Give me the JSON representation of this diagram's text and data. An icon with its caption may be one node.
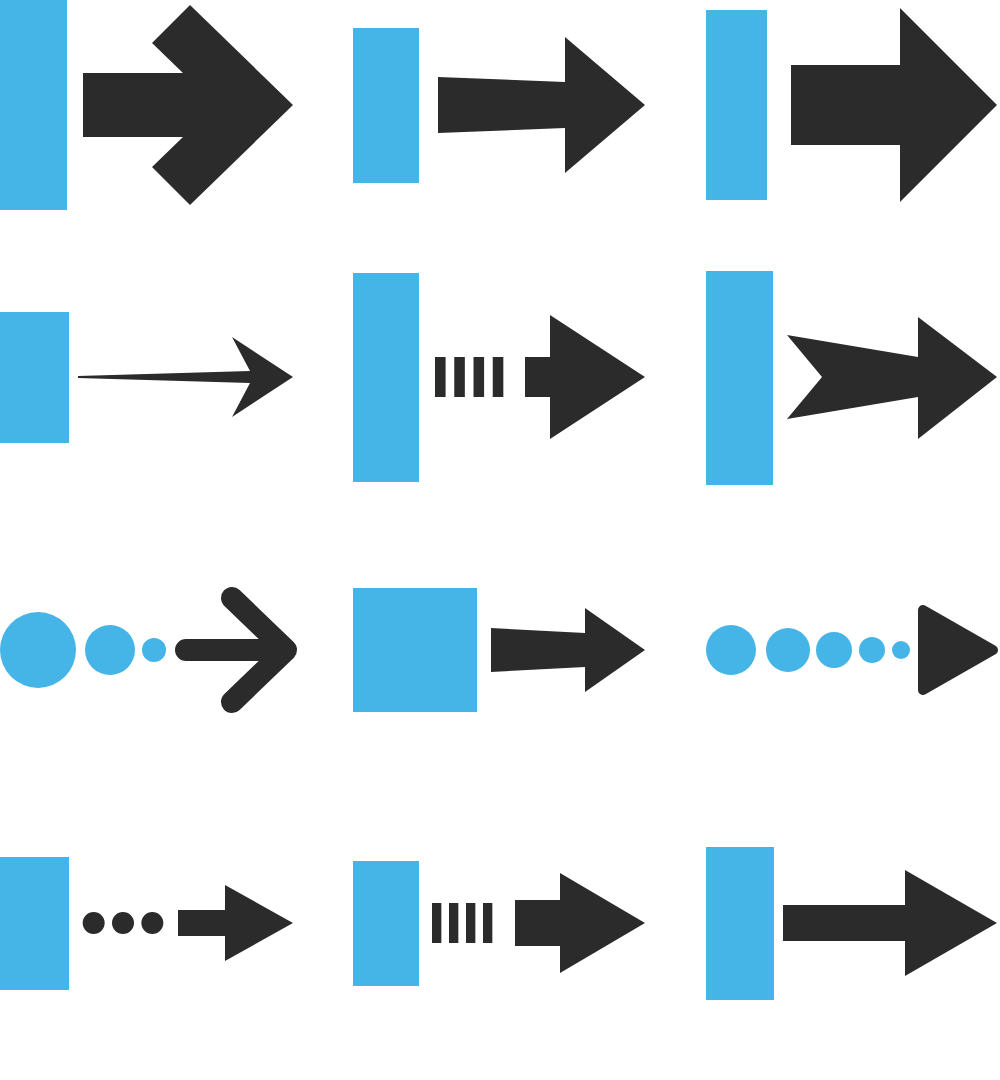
{
  "diagram": {
    "nodes": [
      {
        "text": [],
        "shape": "bar"
      },
      {
        "text": [],
        "shape": "bar"
      },
      {
        "text": [],
        "shape": "bar"
      },
      {
        "text": [],
        "shape": "bar"
      },
      {
        "text": [],
        "shape": "bar"
      },
      {
        "text": [],
        "shape": "bar"
      },
      {
        "text": [],
        "shape": "circle"
      },
      {
        "text": [],
        "shape": "circle"
      },
      {
        "text": [],
        "shape": "circle"
      },
      {
        "text": [],
        "shape": "box"
      },
      {
        "text": [],
        "shape": "circle"
      },
      {
        "text": [],
        "shape": "circle"
      },
      {
        "text": [],
        "shape": "circle"
      },
      {
        "text": [],
        "shape": "circle"
      },
      {
        "text": [],
        "shape": "circle"
      },
      {
        "text": [],
        "shape": "bar"
      },
      {
        "text": [],
        "shape": "bar"
      },
      {
        "text": [],
        "shape": "bar"
      }
    ],
    "edges": [
      {
        "from": 0,
        "to": null,
        "arrow": "to"
      },
      {
        "from": 1,
        "to": null,
        "arrow": "to"
      },
      {
        "from": 2,
        "to": null,
        "arrow": "to"
      },
      {
        "from": 3,
        "to": null,
        "arrow": "to"
      },
      {
        "from": 4,
        "to": null,
        "arrow": "to",
        "style": "dashed"
      },
      {
        "from": 5,
        "to": null,
        "arrow": "to"
      },
      {
        "from": 8,
        "to": null,
        "arrow": "to"
      },
      {
        "from": 9,
        "to": null,
        "arrow": "to"
      },
      {
        "from": 14,
        "to": null,
        "arrow": "to"
      },
      {
        "from": 15,
        "to": null,
        "arrow": "to",
        "style": "dashed"
      },
      {
        "from": 16,
        "to": null,
        "arrow": "to",
        "style": "dashed"
      },
      {
        "from": 17,
        "to": null,
        "arrow": "to"
      }
    ]
  }
}
